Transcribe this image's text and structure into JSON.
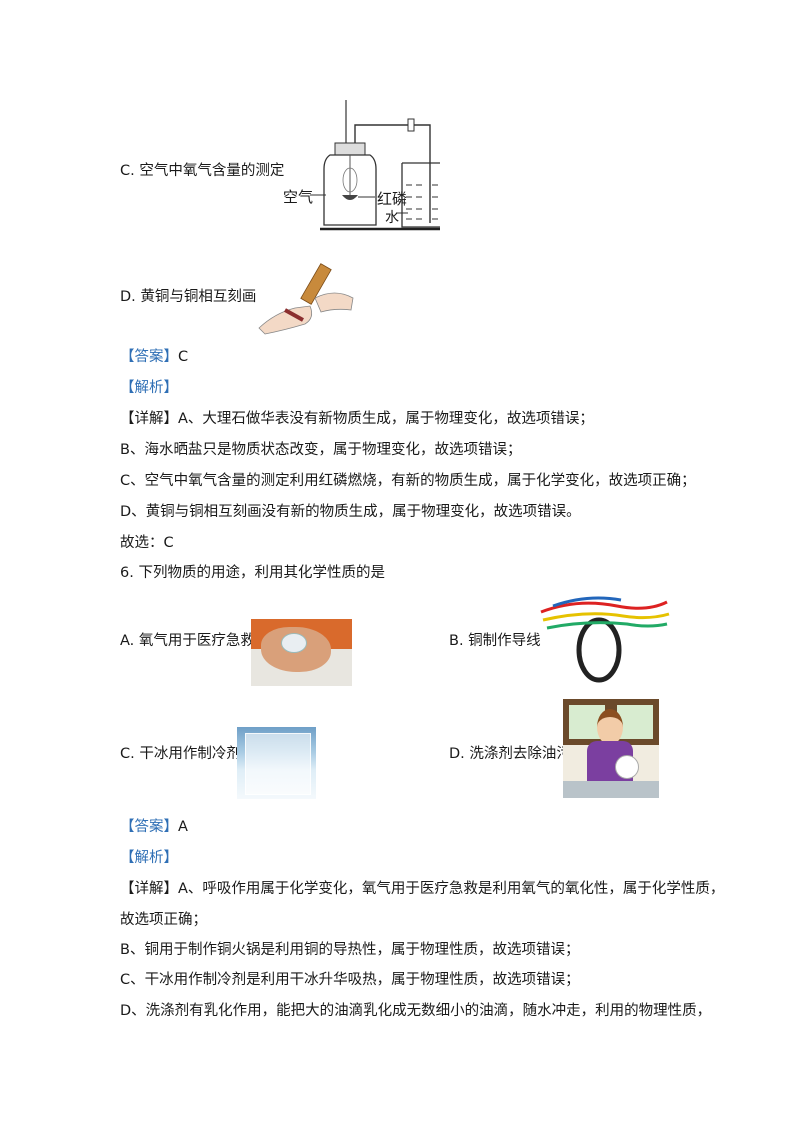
{
  "q5": {
    "option_c": "C. 空气中氧气含量的测定",
    "option_d": "D. 黄铜与铜相互刻画",
    "apparatus_labels": {
      "air": "空气",
      "red_phosphorus": "红磷",
      "water": "水"
    },
    "answer_tag": "【答案】",
    "answer_value": "C",
    "analysis_tag": "【解析】",
    "detail_tag": "【详解】",
    "details": [
      "A、大理石做华表没有新物质生成，属于物理变化，故选项错误；",
      "B、海水晒盐只是物质状态改变，属于物理变化，故选项错误；",
      "C、空气中氧气含量的测定利用红磷燃烧，有新的物质生成，属于化学变化，故选项正确；",
      "D、黄铜与铜相互刻画没有新的物质生成，属于物理变化，故选项错误。"
    ],
    "conclusion": "故选：C"
  },
  "q6": {
    "question": "6. 下列物质的用途，利用其化学性质的是",
    "options": {
      "a": "A. 氧气用于医疗急救",
      "b": "B. 铜制作导线",
      "c": "C. 干冰用作制冷剂",
      "d": "D. 洗涤剂去除油污"
    },
    "answer_tag": "【答案】",
    "answer_value": "A",
    "analysis_tag": "【解析】",
    "detail_tag": "【详解】",
    "detail_a_line1": "A、呼吸作用属于化学变化，氧气用于医疗急救是利用氧气的氧化性，属于化学性质，",
    "detail_a_line2": "故选项正确；",
    "detail_b": "B、铜用于制作铜火锅是利用铜的导热性，属于物理性质，故选项错误；",
    "detail_c": "C、干冰用作制冷剂是利用干冰升华吸热，属于物理性质，故选项错误；",
    "detail_d": "D、洗涤剂有乳化作用，能把大的油滴乳化成无数细小的油滴，随水冲走，利用的物理性质，"
  }
}
